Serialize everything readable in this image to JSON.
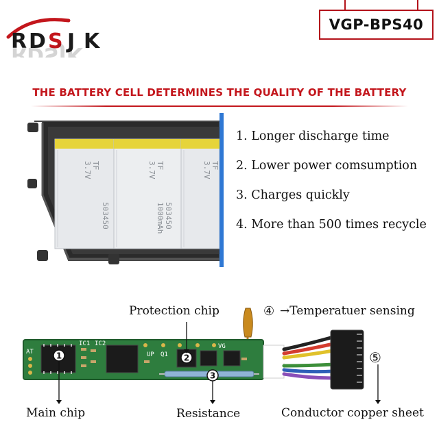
{
  "brand": {
    "logo_text": "RDSJK"
  },
  "model": "VGP-BPS40",
  "tagline": "THE BATTERY CELL DETERMINES THE QUALITY OF THE BATTERY",
  "features": [
    "1. Longer discharge time",
    "2. Lower power comsumption",
    "3. Charges quickly",
    "4. More than 500 times recycle"
  ],
  "cell_print": {
    "brand": "TF",
    "model": "503450",
    "spec1": "3.7V",
    "spec2": "1000mAh"
  },
  "board_marks": {
    "ic1": "IC1",
    "ic2": "IC2",
    "up": "UP",
    "q1": "Q1",
    "vg": "VG",
    "at": "AT"
  },
  "callouts": {
    "protection_chip": "Protection chip",
    "temperature_num": "④",
    "temperature": "→Temperatuer sensing",
    "main_chip": "Main chip",
    "resistance": "Resistance",
    "conductor": "Conductor copper sheet",
    "n1": "1",
    "n2": "2",
    "n3": "3",
    "n5": "⑤"
  },
  "colors": {
    "brand_red": "#c3161c",
    "pcb_green": "#2e7d3e",
    "cell_yellow": "#e6d43a",
    "accent_blue": "#2f78d4"
  }
}
